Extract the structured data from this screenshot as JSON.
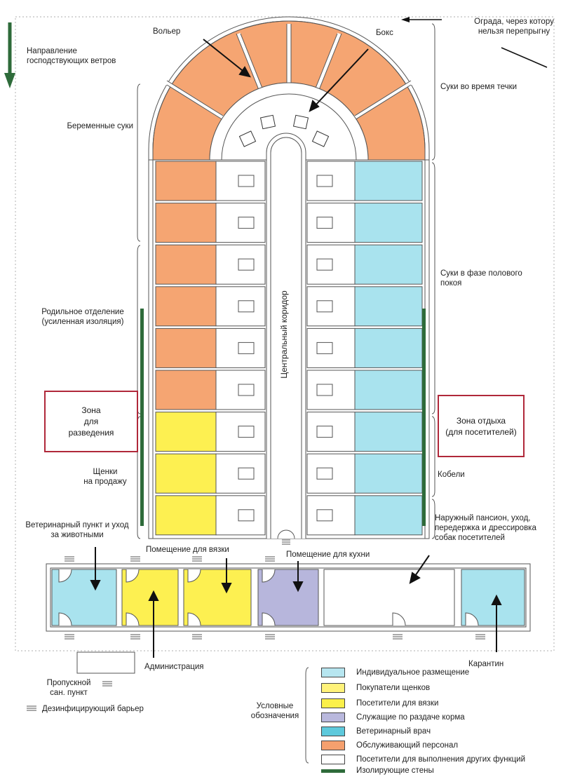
{
  "labels": {
    "wind": "Направление\nгосподствующих ветров",
    "fence": "Ограда, через котору\nнельзя перепрыгну",
    "aviary": "Вольер",
    "box": "Бокс",
    "bitches_heat": "Суки во время течки",
    "pregnant": "Беременные суки",
    "resting_bitches": "Суки в фазе полового\nпокоя",
    "maternity": "Родильное отделение\n(усиленная изоляция)",
    "corridor": "Центральный коридор",
    "breeding_zone": "Зона\nдля\nразведения",
    "rest_zone": "Зона отдыха\n(для посетителей)",
    "puppies": "Щенки\nна продажу",
    "males": "Кобели",
    "boarding": "Наружный пансион, уход,\nпередержка и дрессировка\nсобак посетителей",
    "vet_point": "Ветеринарный пункт и уход\nза животными",
    "mating_room": "Помещение для вязки",
    "kitchen_room": "Помещение для кухни",
    "administration": "Администрация",
    "quarantine": "Карантин",
    "checkpoint": "Пропускной\nсан. пункт",
    "barrier": "Дезинфицирующий барьер",
    "legend_title": "Условные\nобозначения"
  },
  "legend": [
    {
      "text": "Индивидуальное размещение",
      "color": "#b7e6f0"
    },
    {
      "text": "Покупатели щенков",
      "color": "#fff27a"
    },
    {
      "text": "Посетители для вязки",
      "color": "#fbf04a"
    },
    {
      "text": "Служащие по раздаче корма",
      "color": "#b9b8dd"
    },
    {
      "text": "Ветеринарный врач",
      "color": "#5ec9dc"
    },
    {
      "text": "Обслуживающий персонал",
      "color": "#f5a06e"
    },
    {
      "text": "Посетители для выполнения других функций",
      "color": "#ffffff"
    },
    {
      "text": "Изолирующие стены",
      "color": "#2e6b3a"
    }
  ],
  "colors": {
    "orange": "#f5a572",
    "yellow": "#fdf051",
    "cyan": "#a9e3ee",
    "lavender": "#b7b6dc",
    "green_wall": "#2e6b3a",
    "fence_line": "#b9b9b9",
    "zone_border": "#b0283a"
  }
}
